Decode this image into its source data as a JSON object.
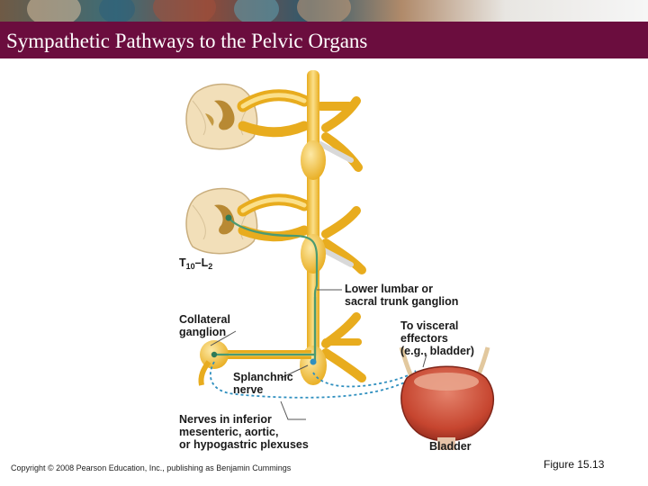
{
  "slide": {
    "title": "Sympathetic Pathways to the Pelvic Organs",
    "copyright": "Copyright © 2008 Pearson Education, Inc., publishing as Benjamin Cummings",
    "figure_number": "Figure 15.13"
  },
  "diagram": {
    "labels": {
      "segment_T": "T",
      "segment_sub1": "10",
      "segment_dash": "–L",
      "segment_sub2": "2",
      "ganglion_line1": "Lower lumbar or",
      "ganglion_line2": "sacral trunk ganglion",
      "effectors_line1": "To visceral",
      "effectors_line2": "effectors",
      "effectors_line3": "(e.g., bladder)",
      "collateral_line1": "Collateral",
      "collateral_line2": "ganglion",
      "splanchnic_line1": "Splanchnic",
      "splanchnic_line2": "nerve",
      "plexus_line1": "Nerves in inferior",
      "plexus_line2": "mesenteric, aortic,",
      "plexus_line3": "or hypogastric plexuses",
      "bladder": "Bladder"
    },
    "colors": {
      "nerve": "#f4c542",
      "nerve_highlight": "#fbe08a",
      "preganglionic": "#4a9a72",
      "postganglionic": "#2f8fbf",
      "bladder": "#c6452f",
      "banner_bar": "#6b0d3e"
    }
  }
}
